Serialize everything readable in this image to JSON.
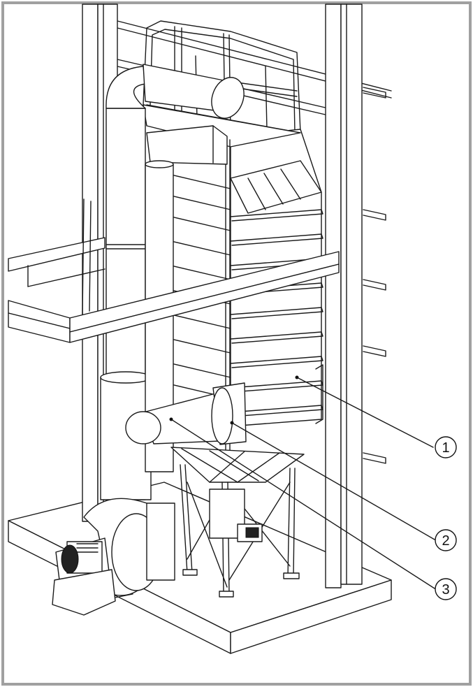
{
  "diagram": {
    "callouts": [
      {
        "id": "1",
        "label": "1"
      },
      {
        "id": "2",
        "label": "2"
      },
      {
        "id": "3",
        "label": "3"
      }
    ],
    "colors": {
      "line": "#1a1a1a",
      "background": "#ffffff",
      "frame_shadow": "#9a9a9a"
    }
  }
}
